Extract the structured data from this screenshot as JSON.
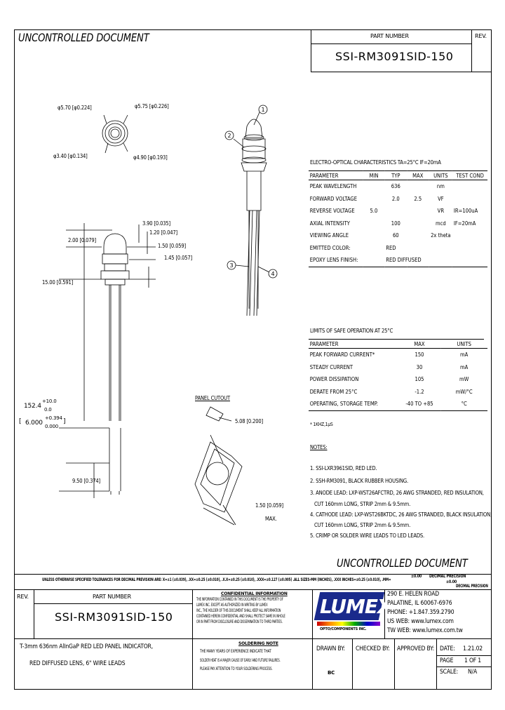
{
  "header": {
    "uncontrolled_top": "UNCONTROLLED DOCUMENT",
    "part_number_label": "PART NUMBER",
    "part_number": "SSI-RM3091SID-150",
    "rev_label": "REV."
  },
  "drawing": {
    "top_view": {
      "d1": "φ5.70 [φ0.224]",
      "d2": "φ5.75 [φ0.226]",
      "d3": "φ3.40 [φ0.134]",
      "d4": "φ4.90 [φ0.193]"
    },
    "side_view": {
      "dim_a": "3.90 [0.035]",
      "dim_b": "1.20 [0.047]",
      "dim_c": "2.00 [0.079]",
      "dim_d": "1.50 [0.059]",
      "dim_e": "1.45 [0.057]",
      "dim_f": "15.00 [0.591]",
      "dim_g_main": "152.4",
      "dim_g_tol": "+10.0",
      "dim_g_tol2": "0.0",
      "dim_h_main": "6.000",
      "dim_h_tol": "+0.394",
      "dim_h_tol2": "0.000",
      "dim_i": "9.50 [0.374]"
    },
    "callouts": [
      "1",
      "2",
      "3",
      "4"
    ],
    "panel_cutout": {
      "title": "PANEL CUTOUT",
      "dim1": "5.08 [0.200]",
      "dim2": "1.50 [0.059]",
      "dim2_note": "MAX."
    }
  },
  "electro_optical": {
    "title": "ELECTRO-OPTICAL CHARACTERISTICS TA=25°C    IF=20mA",
    "headers": [
      "PARAMETER",
      "MIN",
      "TYP",
      "MAX",
      "UNITS",
      "TEST COND"
    ],
    "rows": [
      [
        "PEAK WAVELENGTH",
        "",
        "636",
        "",
        "nm",
        ""
      ],
      [
        "FORWARD VOLTAGE",
        "",
        "2.0",
        "2.5",
        "VF",
        ""
      ],
      [
        "REVERSE VOLTAGE",
        "5.0",
        "",
        "",
        "VR",
        "IR=100uA"
      ],
      [
        "AXIAL INTENSITY",
        "",
        "100",
        "",
        "mcd",
        "IF=20mA"
      ],
      [
        "VIEWING ANGLE",
        "",
        "60",
        "",
        "2x theta",
        ""
      ],
      [
        "EMITTED COLOR:",
        "",
        "RED",
        "",
        "",
        ""
      ],
      [
        "EPOXY LENS FINISH:",
        "",
        "RED DIFFUSED",
        "",
        "",
        ""
      ]
    ]
  },
  "safe_operation": {
    "title": "LIMITS OF SAFE OPERATION AT 25°C",
    "headers": [
      "PARAMETER",
      "MAX",
      "UNITS"
    ],
    "rows": [
      [
        "PEAK FORWARD CURRENT*",
        "150",
        "mA"
      ],
      [
        "STEADY CURRENT",
        "30",
        "mA"
      ],
      [
        "POWER DISSIPATION",
        "105",
        "mW"
      ],
      [
        "DERATE FROM 25°C",
        "-1.2",
        "mW/°C"
      ],
      [
        "OPERATING, STORAGE TEMP.",
        "-40 TO +85",
        "°C"
      ]
    ],
    "footnote": "* 1KHZ,1μS"
  },
  "notes": {
    "title": "NOTES:",
    "items": [
      "1. SSI-LXR3961SID, RED LED.",
      "2. SSH-RM3091, BLACK RUBBER HOUSING.",
      "3. ANODE LEAD: LXP-WST26AFCTRD, 26 AWG STRANDED, RED INSULATION,",
      "   CUT 160mm LONG, STRIP 2mm & 9.5mm.",
      "4. CATHODE LEAD: LXP-WST26BKTDC, 26 AWG STRANDED, BLACK INSULATION,",
      "   CUT 160mm LONG, STRIP 2mm & 9.5mm.",
      "5. CRIMP OR SOLDER WIRE LEADS TO LED LEADS."
    ]
  },
  "uncontrolled_bottom": "UNCONTROLLED DOCUMENT",
  "tolerance_line": "UNLESS OTHERWISE SPECIFIED TOLERANCES FOR DECIMAL PREVISION ARE: X=±1 (±0.039), .XX=±0.25 (±0.010), .X.X=±0.25 (±0.010), .XXX=±0.127 (±0.005) .ALL SIZES-MM (INCHES), .XXX INCHES=±0.25 (±0.010), .MM=",
  "tolerance_right": [
    "±0.00",
    "DECIMAL PRECISION",
    "±0.00",
    "DECIMAL PRECISION"
  ],
  "title_block": {
    "rev_label": "REV.",
    "part_number_label": "PART NUMBER",
    "part_number": "SSI-RM3091SID-150",
    "confidential_title": "CONFIDENTIAL INFORMATION",
    "confidential_text": [
      "THE INFORMATION CONTAINED IN THIS DOCUMENT IS THE PROPERTY OF",
      "LUMEX INC. EXCEPT AS AUTHORIZED IN WRITING BY LUMEX",
      "INC., THE HOLDER OF THIS DOCUMENT SHALL KEEP ALL INFORMATION",
      "CONTAINED HEREIN CONFIDENTIAL AND SHALL PROTECT SAME IN WHOLE",
      "OR IN PART FROM DISCLOSURE AND DISSEMINATION TO THIRD PARTIES."
    ],
    "logo": "LUMEX",
    "logo_sub": "OPTO/COMPONENTS INC.",
    "address": [
      "290 E. HELEN ROAD",
      "PALATINE, IL 60067-6976",
      "PHONE: +1.847.359.2790",
      "US WEB: www.lumex.com",
      "TW WEB: www.lumex.com.tw"
    ],
    "description": [
      "T-3mm 636nm AlInGaP RED LED PANEL INDICATOR,",
      "RED DIFFUSED LENS, 6\" WIRE LEADS"
    ],
    "solder_title": "SOLDERING NOTE",
    "solder_text": [
      "THE MANY YEARS OF EXPERIENCE INDICATE THAT",
      "SOLDER HEAT IS A MAJOR CAUSE OF EARLY AND FUTURE FAILURES.",
      "PLEASE PAY ATTENTION TO YOUR SOLDERING PROCESS."
    ],
    "drawn_by_label": "DRAWN BY:",
    "drawn_by_value": "BC",
    "checked_by_label": "CHECKED BY:",
    "approved_by_label": "APPROVED BY:",
    "date_label": "DATE:",
    "date_value": "1.21.02",
    "page_label": "PAGE",
    "page_value": "1 OF 1",
    "scale_label": "SCALE:",
    "scale_value": "N/A"
  }
}
